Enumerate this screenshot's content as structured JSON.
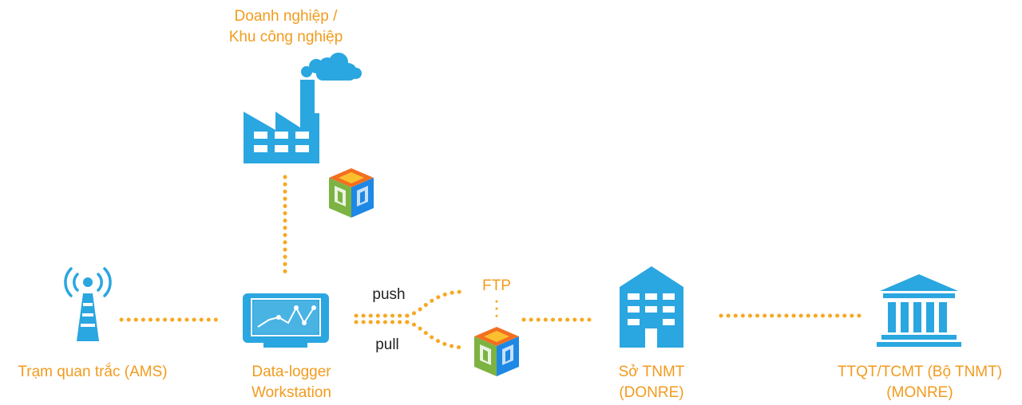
{
  "nodes": {
    "factory": {
      "line1": "Doanh nghiệp /",
      "line2": "Khu công nghiệp"
    },
    "station": {
      "label": "Trạm quan trắc (AMS)"
    },
    "datalogger": {
      "line1": "Data-logger",
      "line2": "Workstation"
    },
    "ftp": {
      "label": "FTP"
    },
    "donre": {
      "line1": "Sở TNMT",
      "line2": "(DONRE)"
    },
    "monre": {
      "line1": "TTQT/TCMT (Bộ TNMT)",
      "line2": "(MONRE)"
    }
  },
  "edges": {
    "push_label": "push",
    "pull_label": "pull"
  },
  "colors": {
    "icon_blue": "#2aa6e0",
    "connector_orange": "#f7a823",
    "label_orange": "#f29b1d"
  }
}
